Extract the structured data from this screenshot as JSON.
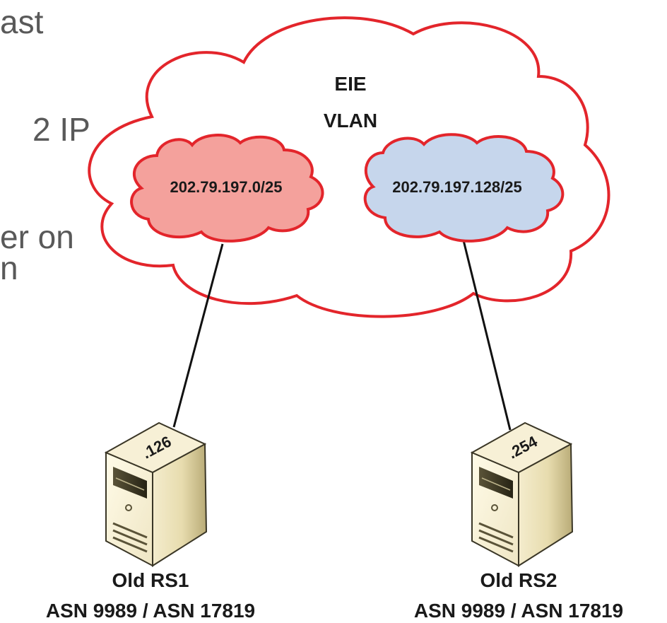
{
  "slide_text_fragments": [
    "ast",
    "2 IP",
    "er on",
    "n"
  ],
  "vlan_cloud": {
    "line1": "EIE",
    "line2": "VLAN",
    "outline_color": "#e3252b"
  },
  "subnets": [
    {
      "label": "202.79.197.0/25",
      "fill": "#f4a19c"
    },
    {
      "label": "202.79.197.128/25",
      "fill": "#c6d6ec"
    }
  ],
  "servers": [
    {
      "ip": ".126",
      "name": "Old RS1",
      "asn": "ASN 9989 / ASN 17819"
    },
    {
      "ip": ".254",
      "name": "Old RS2",
      "asn": "ASN 9989 / ASN 17819"
    }
  ]
}
